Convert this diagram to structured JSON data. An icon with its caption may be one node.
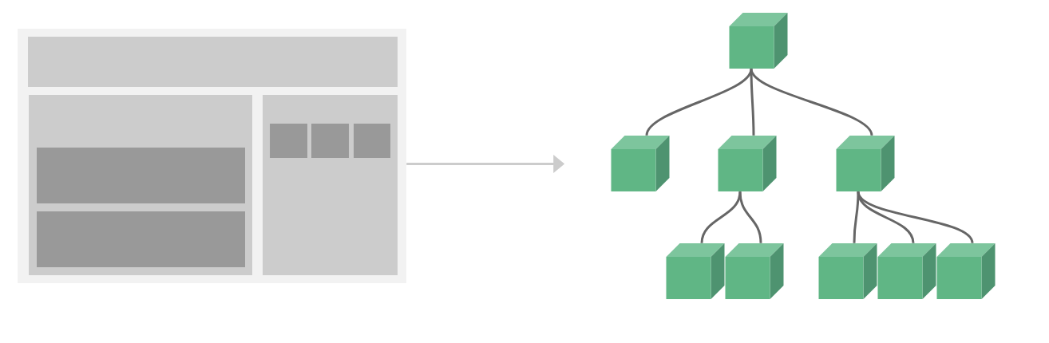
{
  "diagram": {
    "nodes": [
      {
        "text": [],
        "shape": "picture"
      },
      {
        "text": [],
        "shape": "box"
      },
      {
        "text": [],
        "shape": "box"
      },
      {
        "text": [],
        "shape": "box"
      },
      {
        "text": [],
        "shape": "box"
      },
      {
        "text": [],
        "shape": "box"
      },
      {
        "text": [],
        "shape": "box"
      },
      {
        "text": [],
        "shape": "box"
      },
      {
        "text": [],
        "shape": "box"
      },
      {
        "text": [],
        "shape": "box"
      }
    ],
    "edges": [
      {
        "from": 0,
        "to": null,
        "arrow": "to",
        "color": "#cccccc"
      },
      {
        "from": 1,
        "to": 2,
        "arrow": "none"
      },
      {
        "from": 1,
        "to": 3,
        "arrow": "none"
      },
      {
        "from": 1,
        "to": 4,
        "arrow": "none"
      },
      {
        "from": 3,
        "to": 5,
        "arrow": "none"
      },
      {
        "from": 3,
        "to": 6,
        "arrow": "none"
      },
      {
        "from": 4,
        "to": 7,
        "arrow": "none"
      },
      {
        "from": 4,
        "to": 8,
        "arrow": "none"
      },
      {
        "from": 4,
        "to": 9,
        "arrow": "none"
      }
    ]
  }
}
